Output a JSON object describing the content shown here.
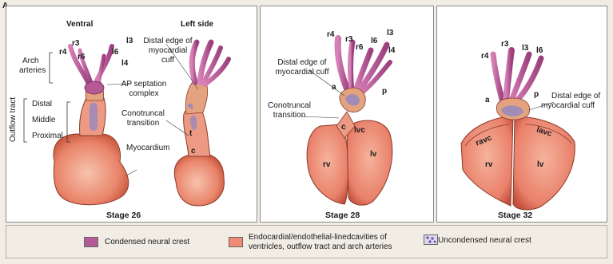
{
  "panel_letter": "A",
  "panel1": {
    "ventral": "Ventral",
    "left_side": "Left side",
    "r3": "r3",
    "r4": "r4",
    "r6": "r6",
    "l3": "l3",
    "l4": "l4",
    "l6": "l6",
    "arch_arteries_1": "Arch",
    "arch_arteries_2": "arteries",
    "outflow_tract": "Outflow tract",
    "distal": "Distal",
    "middle": "Middle",
    "proximal": "Proximal",
    "distal_edge_1": "Distal edge of",
    "distal_edge_2": "myocardial",
    "distal_edge_3": "cuff",
    "ap_septation_1": "AP septation",
    "ap_septation_2": "complex",
    "conotruncal_1": "Conotruncal",
    "conotruncal_2": "transition",
    "myocardium": "Myocardium",
    "t": "t",
    "c": "c",
    "stage": "Stage 26"
  },
  "panel2": {
    "r4": "r4",
    "r3": "r3",
    "r6": "r6",
    "l6": "l6",
    "l3": "l3",
    "l4": "l4",
    "distal_edge_1": "Distal edge of",
    "distal_edge_2": "myocardial cuff",
    "conotruncal_1": "Conotruncal",
    "conotruncal_2": "transition",
    "a": "a",
    "p": "p",
    "c": "c",
    "lvc": "lvc",
    "rv": "rv",
    "lv": "lv",
    "stage": "Stage 28"
  },
  "panel3": {
    "r3": "r3",
    "r4": "r4",
    "l3": "l3",
    "l6": "l6",
    "a": "a",
    "p": "p",
    "distal_edge_1": "Distal edge of",
    "distal_edge_2": "myocardial cuff",
    "ravc": "ravc",
    "lavc": "lavc",
    "rv": "rv",
    "lv": "lv",
    "stage": "Stage 32"
  },
  "legend": {
    "neural_crest": "Condensed neural crest",
    "endocardial_1": "Endocardial/endothelial-linedcavities of",
    "endocardial_2": "ventricles, outflow tract and arch arteries",
    "unconden": "Uncondensed neural crest"
  },
  "colors": {
    "neural_crest": "#b45a97",
    "endocardial": "#ef8a73",
    "myocardium": "#e9a08a",
    "unconden": "#8f86c4"
  }
}
